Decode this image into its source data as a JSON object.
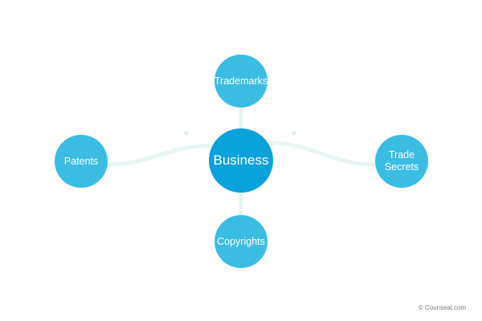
{
  "diagram": {
    "center": {
      "label": "Business"
    },
    "satellites": {
      "top": {
        "label": "Trademarks"
      },
      "left": {
        "label": "Patents"
      },
      "right": {
        "label": "Trade Secrets"
      },
      "bottom": {
        "label": "Copyrights"
      }
    },
    "colors": {
      "center_fill": "#0aa2db",
      "satellite_fill": "#3bbde3",
      "connector": "#e6f5f4",
      "text": "#ffffff"
    }
  },
  "footer": {
    "copyright": "© Counseal.com"
  }
}
